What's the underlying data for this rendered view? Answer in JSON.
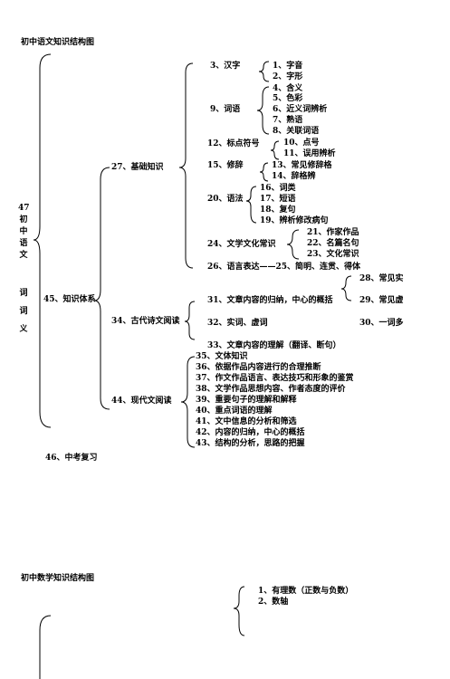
{
  "chinese": {
    "title": "初中语文知识结构图",
    "root_number": "47",
    "root_chars": [
      "初",
      "中",
      "语",
      "文"
    ],
    "root_chars2": [
      "词",
      "词",
      "义"
    ],
    "n45": "45、知识体系",
    "n46": "46、中考复习",
    "n27": "27、基础知识",
    "n34": "34、古代诗文阅读",
    "n44": "44、现代文阅读",
    "n3": "3、汉字",
    "n1": "1、字音",
    "n2": "2、字形",
    "n9": "9、词语",
    "n4": "4、含义",
    "n5": "5、色彩",
    "n6": "6、近义词辨析",
    "n7": "7、熟语",
    "n8": "8、关联词语",
    "n12": "12、标点符号",
    "n10": "10、点号",
    "n11": "11、误用辨析",
    "n15": "15、修辞",
    "n13": "13、常见修辞格",
    "n14": "14、辞格辨",
    "n20": "20、语法",
    "n16": "16、词类",
    "n17": "17、短语",
    "n18": "18、复句",
    "n19": "19、辨析修改病句",
    "n24": "24、文学文化常识",
    "n21": "21、作家作品",
    "n22": "22、名篇名句",
    "n23": "23、文化常识",
    "n26": "26、语言表达——25、简明、连贯、得体",
    "n31": "31、文章内容的归纳，中心的概括",
    "n28": "28、常见实",
    "n29": "29、常见虚",
    "n32": "32、实词、虚词",
    "n30": "30、一词多",
    "n33": "33、文章内容的理解（翻译、断句）",
    "modern": [
      "35、文体知识",
      "36、依据作品内容进行的合理推断",
      "37、作文作品语言、表达技巧和形象的鉴赏",
      "38、文学作品思想内容、作者态度的评价",
      "39、重要句子的理解和解释",
      "40、重点词语的理解",
      "41、文中信息的分析和筛选",
      "42、内容的归纳，中心的概括",
      "43、结构的分析，思路的把握"
    ]
  },
  "math": {
    "title": "初中数学知识结构图",
    "items": [
      "1、有理数（正数与负数）",
      "2、数轴"
    ]
  }
}
